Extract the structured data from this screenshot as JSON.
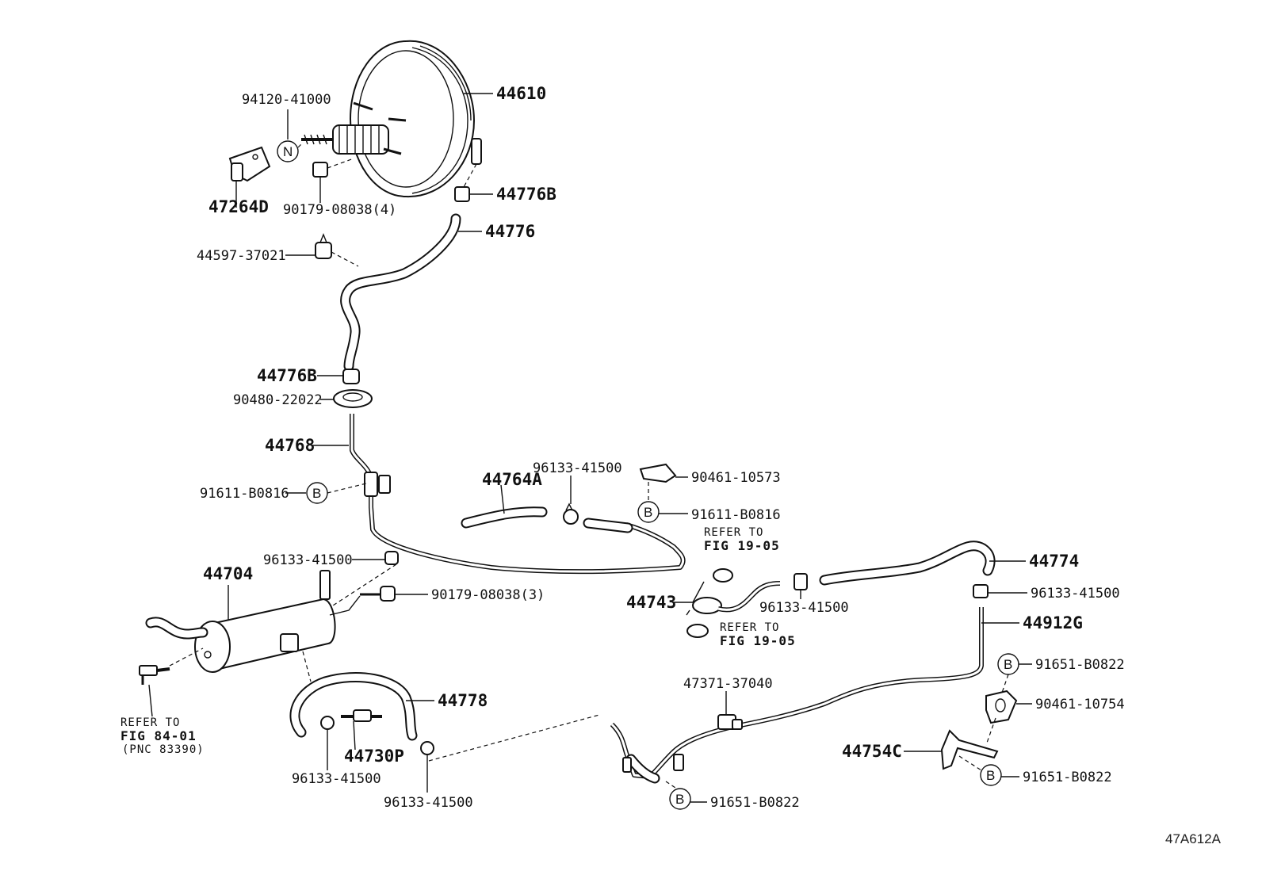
{
  "figure_id": "47A612A",
  "labels": {
    "p44610": "44610",
    "p94120": "94120-41000",
    "p47264D": "47264D",
    "p90179a": "90179-08038(4)",
    "p44776Ba": "44776B",
    "p44776": "44776",
    "p44597": "44597-37021",
    "p44776Bb": "44776B",
    "p90480": "90480-22022",
    "p44768": "44768",
    "p91611a": "91611-B0816",
    "p96133a": "96133-41500",
    "p44764A": "44764A",
    "p90461a": "90461-10573",
    "p91611b": "91611-B0816",
    "p96133b": "96133-41500",
    "p44704": "44704",
    "p90179b": "90179-08038(3)",
    "p44743": "44743",
    "p96133c": "96133-41500",
    "p44774": "44774",
    "p96133d": "96133-41500",
    "p44912G": "44912G",
    "p91651a": "91651-B0822",
    "p90461b": "90461-10754",
    "p44754C": "44754C",
    "p91651b": "91651-B0822",
    "p47371": "47371-37040",
    "p44778": "44778",
    "p44730P": "44730P",
    "p96133e": "96133-41500",
    "p96133f": "96133-41500",
    "p91651c": "91651-B0822"
  },
  "notes": {
    "refer1_l1": "REFER TO",
    "refer1_l2": "FIG 19-05",
    "refer2_l1": "REFER TO",
    "refer2_l2": "FIG 19-05",
    "refer3_l1": "REFER TO",
    "refer3_l2": "FIG 84-01",
    "refer3_l3": "(PNC 83390)"
  },
  "markers": {
    "n": "N",
    "b": "B"
  }
}
